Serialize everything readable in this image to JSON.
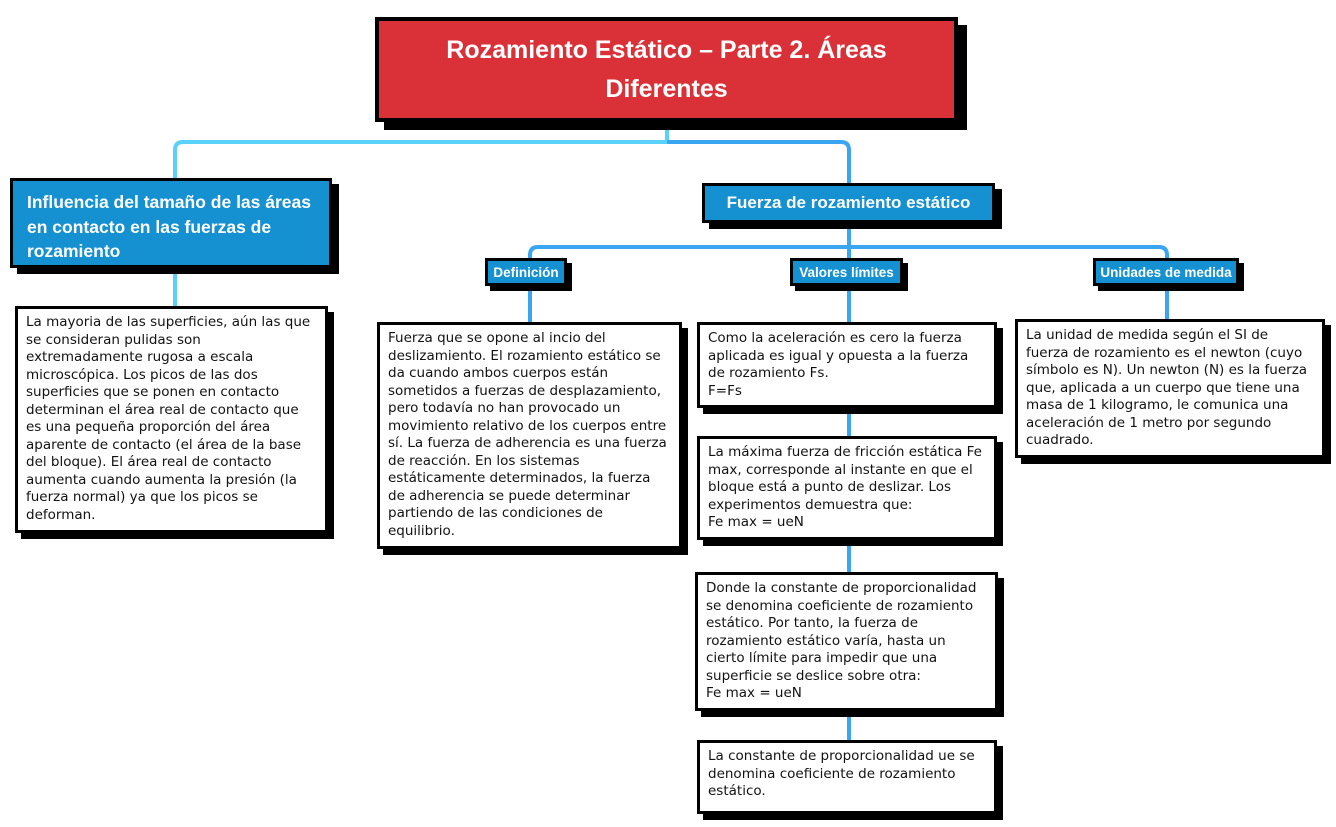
{
  "colors": {
    "title_bg": "#d93137",
    "node_blue": "#1591d2",
    "line_cyan": "#5ad1f8",
    "line_blue": "#3aa6f2",
    "box_border": "#000000"
  },
  "title": {
    "text": "Rozamiento Estático – Parte 2. Áreas Diferentes"
  },
  "left_branch": {
    "label": "Influencia del tamaño de las áreas en contacto en las fuerzas de rozamiento",
    "body": "La mayoria de las superficies, aún las que se consideran pulidas son extremadamente rugosa a escala microscópica. Los picos de las dos superficies que se ponen en contacto determinan el área real de contacto que es una pequeña proporción del área aparente de contacto (el área de la base del bloque). El área real de contacto aumenta cuando aumenta la presión (la fuerza normal) ya que los picos se deforman."
  },
  "right_branch": {
    "label": "Fuerza de rozamiento estático",
    "definicion": {
      "label": "Definición",
      "body": "Fuerza que se opone al incio del deslizamiento. El rozamiento estático se da cuando ambos cuerpos están sometidos a fuerzas de desplazamiento, pero todavía no han provocado un movimiento relativo de los cuerpos entre sí. La fuerza de adherencia es una fuerza de reacción. En los sistemas estáticamente determinados, la fuerza de adherencia se puede determinar partiendo de las condiciones de equilibrio."
    },
    "valores": {
      "label": "Valores límites",
      "items": [
        "Como la aceleración es cero la fuerza aplicada es igual y opuesta a la fuerza de rozamiento Fs.\nF=Fs",
        "La máxima fuerza de fricción estática Fe max, corresponde al instante en que el bloque está a punto de deslizar. Los experimentos demuestra que:\nFe max = ueN",
        "Donde la constante de proporcionalidad se denomina coeficiente de rozamiento estático. Por tanto, la fuerza de rozamiento estático varía, hasta un cierto límite para impedir que una superficie se deslice sobre otra:\nFe max = ueN",
        "La constante de proporcionalidad ue se denomina coeficiente de rozamiento estático."
      ]
    },
    "unidades": {
      "label": "Unidades de medida",
      "body": "La unidad de medida según el SI de fuerza de rozamiento es el newton (cuyo símbolo es N). Un newton (N) es la fuerza que, aplicada a un cuerpo que tiene una masa de 1 kilogramo, le comunica una aceleración de 1 metro por segundo cuadrado."
    }
  }
}
